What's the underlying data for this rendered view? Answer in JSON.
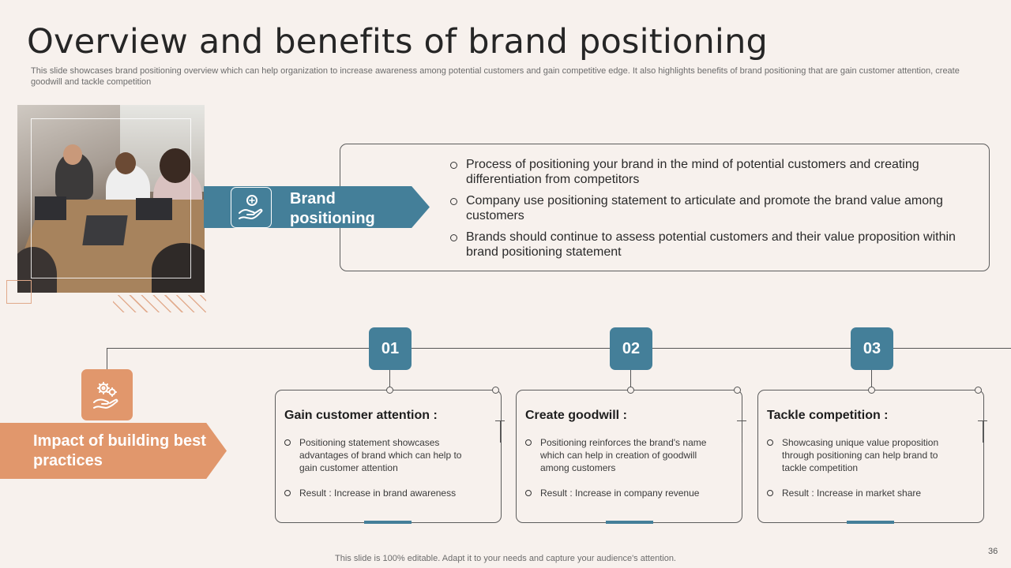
{
  "slide": {
    "title": "Overview and benefits of brand positioning",
    "subtitle": "This slide showcases brand positioning overview which can help organization to increase awareness among potential customers and gain competitive edge. It also highlights benefits of brand positioning that are gain customer attention, create goodwill and tackle competition",
    "footer": "This slide is 100% editable. Adapt it to your needs and capture your audience's attention.",
    "page_number": "36"
  },
  "brand": {
    "label": "Brand positioning",
    "icon": "hand-money-icon",
    "points": [
      "Process of positioning your brand in the mind of potential customers and creating differentiation from competitors",
      "Company use positioning statement to articulate and promote the brand value among customers",
      "Brands should continue to assess potential customers and their value proposition within brand positioning statement"
    ]
  },
  "impact": {
    "label": "Impact of building best practices",
    "icon": "hand-gears-icon"
  },
  "benefits": [
    {
      "number": "01",
      "title": "Gain customer attention :",
      "points": [
        "Positioning statement showcases advantages of brand which can help to gain customer attention",
        "Result : Increase in brand awareness"
      ]
    },
    {
      "number": "02",
      "title": "Create goodwill :",
      "points": [
        "Positioning reinforces the brand's name which can help in creation of goodwill among customers",
        "Result : Increase in company revenue"
      ]
    },
    {
      "number": "03",
      "title": "Tackle competition :",
      "points": [
        "Showcasing unique value proposition through positioning can help brand to tackle competition",
        "Result : Increase in market share"
      ]
    }
  ],
  "colors": {
    "accent_blue": "#447f99",
    "accent_orange": "#e1976c",
    "background": "#f7f1ed"
  }
}
